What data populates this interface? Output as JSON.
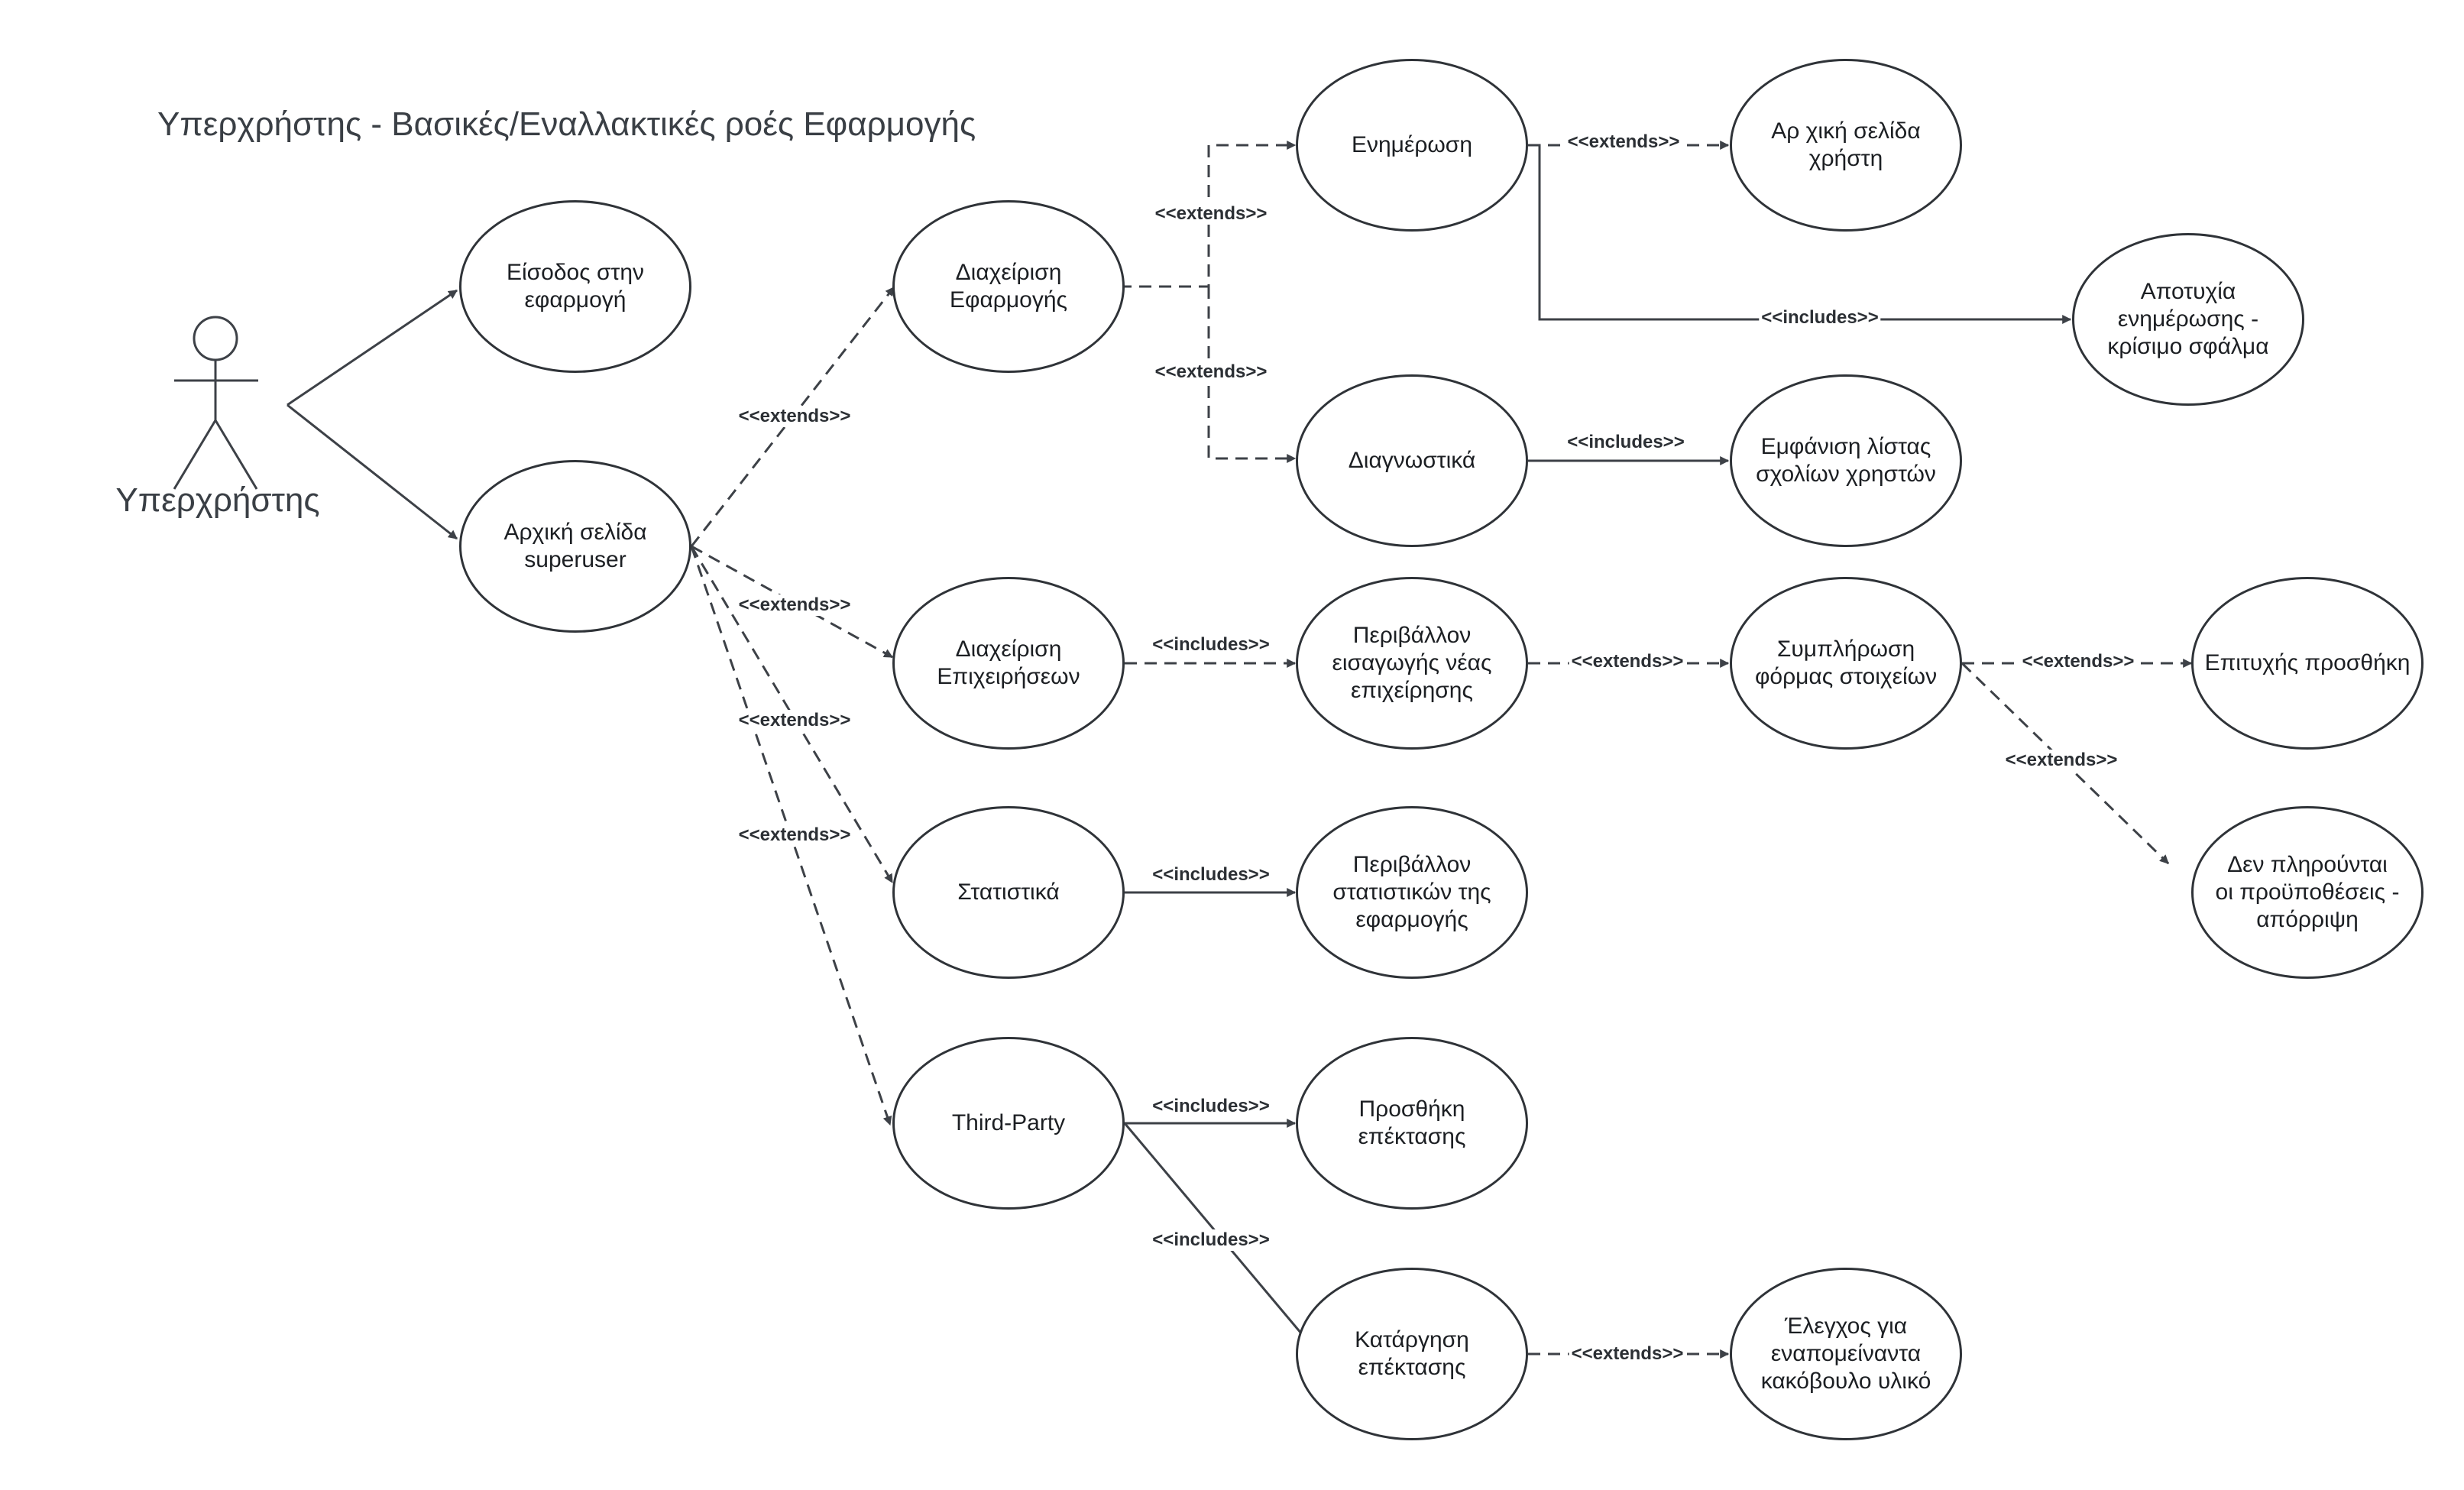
{
  "title": "Υπερχρήστης - Βασικές/Εναλλακτικές ροές Εφαρμογής",
  "actor": {
    "name": "Υπερχρήστης"
  },
  "use_cases": {
    "login": "Είσοδος στην\nεφαρμογή",
    "home": "Αρχική σελίδα\nsuperuser",
    "app_mgmt": "Διαχείριση\nΕφαρμογής",
    "biz_mgmt": "Διαχείριση\nΕπιχειρήσεων",
    "stats": "Στατιστικά",
    "third_party": "Third-Party",
    "update": "Ενημέρωση",
    "user_home": "Αρ χική σελίδα\nχρήστη",
    "update_fail": "Αποτυχία\nενημέρωσης -\nκρίσιμο σφάλμα",
    "diagnostics": "Διαγνωστικά",
    "user_comments": "Εμφάνιση λίστας\nσχολίων χρηστών",
    "new_biz_env": "Περιβάλλον\nεισαγωγής νέας\nεπιχείρησης",
    "fill_form": "Συμπλήρωση\nφόρμας στοιχείων",
    "add_success": "Επιτυχής προσθήκη",
    "reject": "Δεν πληρούνται\nοι προϋποθέσεις -\nαπόρριψη",
    "stats_env": "Περιβάλλον\nστατιστικών της\nεφαρμογής",
    "add_ext": "Προσθήκη\nεπέκτασης",
    "remove_ext": "Κατάργηση\nεπέκτασης",
    "malware_check": "Έλεγχος για\nεναπομείναντα\nκακόβουλο υλικό"
  },
  "relations": {
    "home_app": "<<extends>>",
    "home_biz": "<<extends>>",
    "home_stats": "<<extends>>",
    "home_third": "<<extends>>",
    "app_update": "<<extends>>",
    "app_diag": "<<extends>>",
    "update_userhome": "<<extends>>",
    "update_fail": "<<includes>>",
    "diag_comments": "<<includes>>",
    "biz_newenv": "<<includes>>",
    "newenv_form": "<<extends>>",
    "form_success": "<<extends>>",
    "form_reject": "<<extends>>",
    "stats_env": "<<includes>>",
    "third_add": "<<includes>>",
    "third_remove": "<<includes>>",
    "remove_malware": "<<extends>>"
  }
}
